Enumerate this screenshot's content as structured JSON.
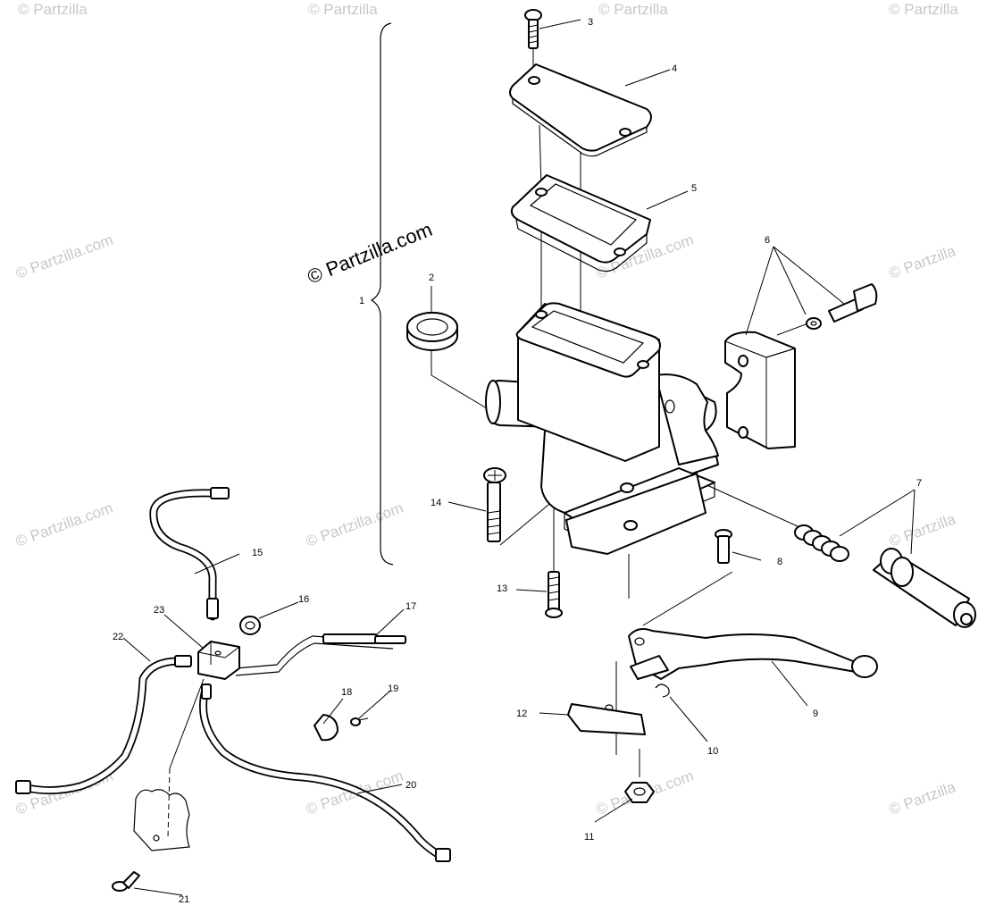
{
  "brand_text": "© Partzilla.com",
  "watermark_text": "© Partzilla.com",
  "watermark_partial": "© Partzilla",
  "callouts": [
    "1",
    "2",
    "3",
    "4",
    "5",
    "6",
    "7",
    "8",
    "9",
    "10",
    "11",
    "12",
    "13",
    "14",
    "15",
    "16",
    "17",
    "18",
    "19",
    "20",
    "21",
    "22",
    "23"
  ]
}
